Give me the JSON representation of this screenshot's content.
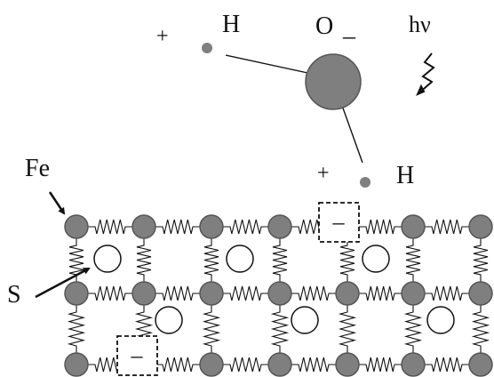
{
  "labels": {
    "plus_top": "+",
    "h_top": "H",
    "oxygen": "O",
    "oxygen_charge": "_",
    "photon": "hν",
    "plus_right": "+",
    "h_right": "H",
    "fe": "Fe",
    "s": "S",
    "vacancy_charge": "–"
  },
  "colors": {
    "atom_fill": "#7f7f7f",
    "atom_stroke": "#555555",
    "line": "#111111",
    "background": "#ffffff"
  }
}
